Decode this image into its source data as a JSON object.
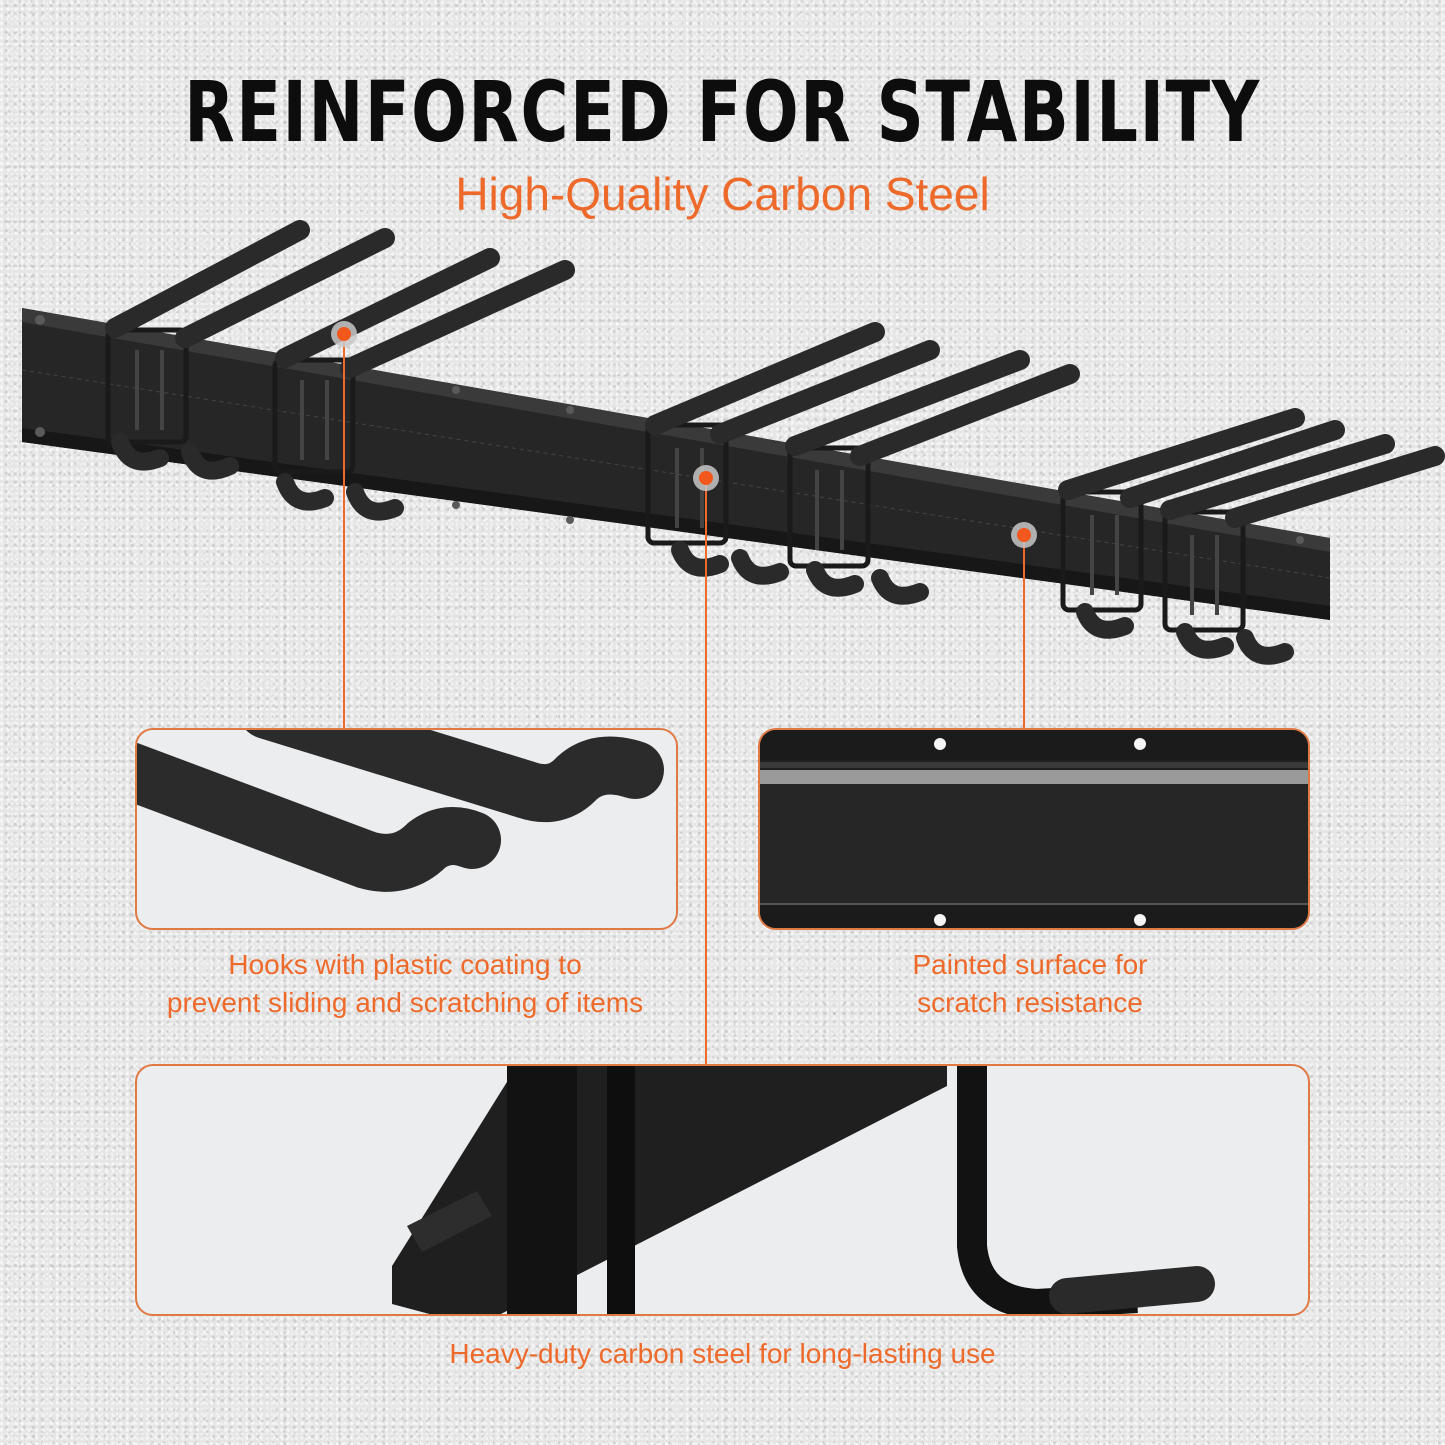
{
  "header": {
    "title": "REINFORCED FOR STABILITY",
    "subtitle": "High-Quality Carbon Steel"
  },
  "product": {
    "description": "Wall-mounted black steel rail with 6 double-prong coated hooks",
    "hook_count": 6
  },
  "callouts": [
    {
      "id": "hooks",
      "caption_line1": "Hooks with plastic coating to",
      "caption_line2": "prevent sliding and scratching of items",
      "image": "close-up of textured coated hook tips"
    },
    {
      "id": "surface",
      "caption_line1": "Painted surface for",
      "caption_line2": "scratch resistance",
      "image": "close-up of black painted rail panel with mounting holes"
    },
    {
      "id": "steel",
      "caption_line1": "Heavy-duty carbon steel for long-lasting use",
      "image": "close-up of hook bracket attached to rail"
    }
  ],
  "colors": {
    "accent": "#ee6a2b",
    "title": "#0d0d0d",
    "background": "#e6e6e6",
    "steel": "#1e1e1e"
  }
}
